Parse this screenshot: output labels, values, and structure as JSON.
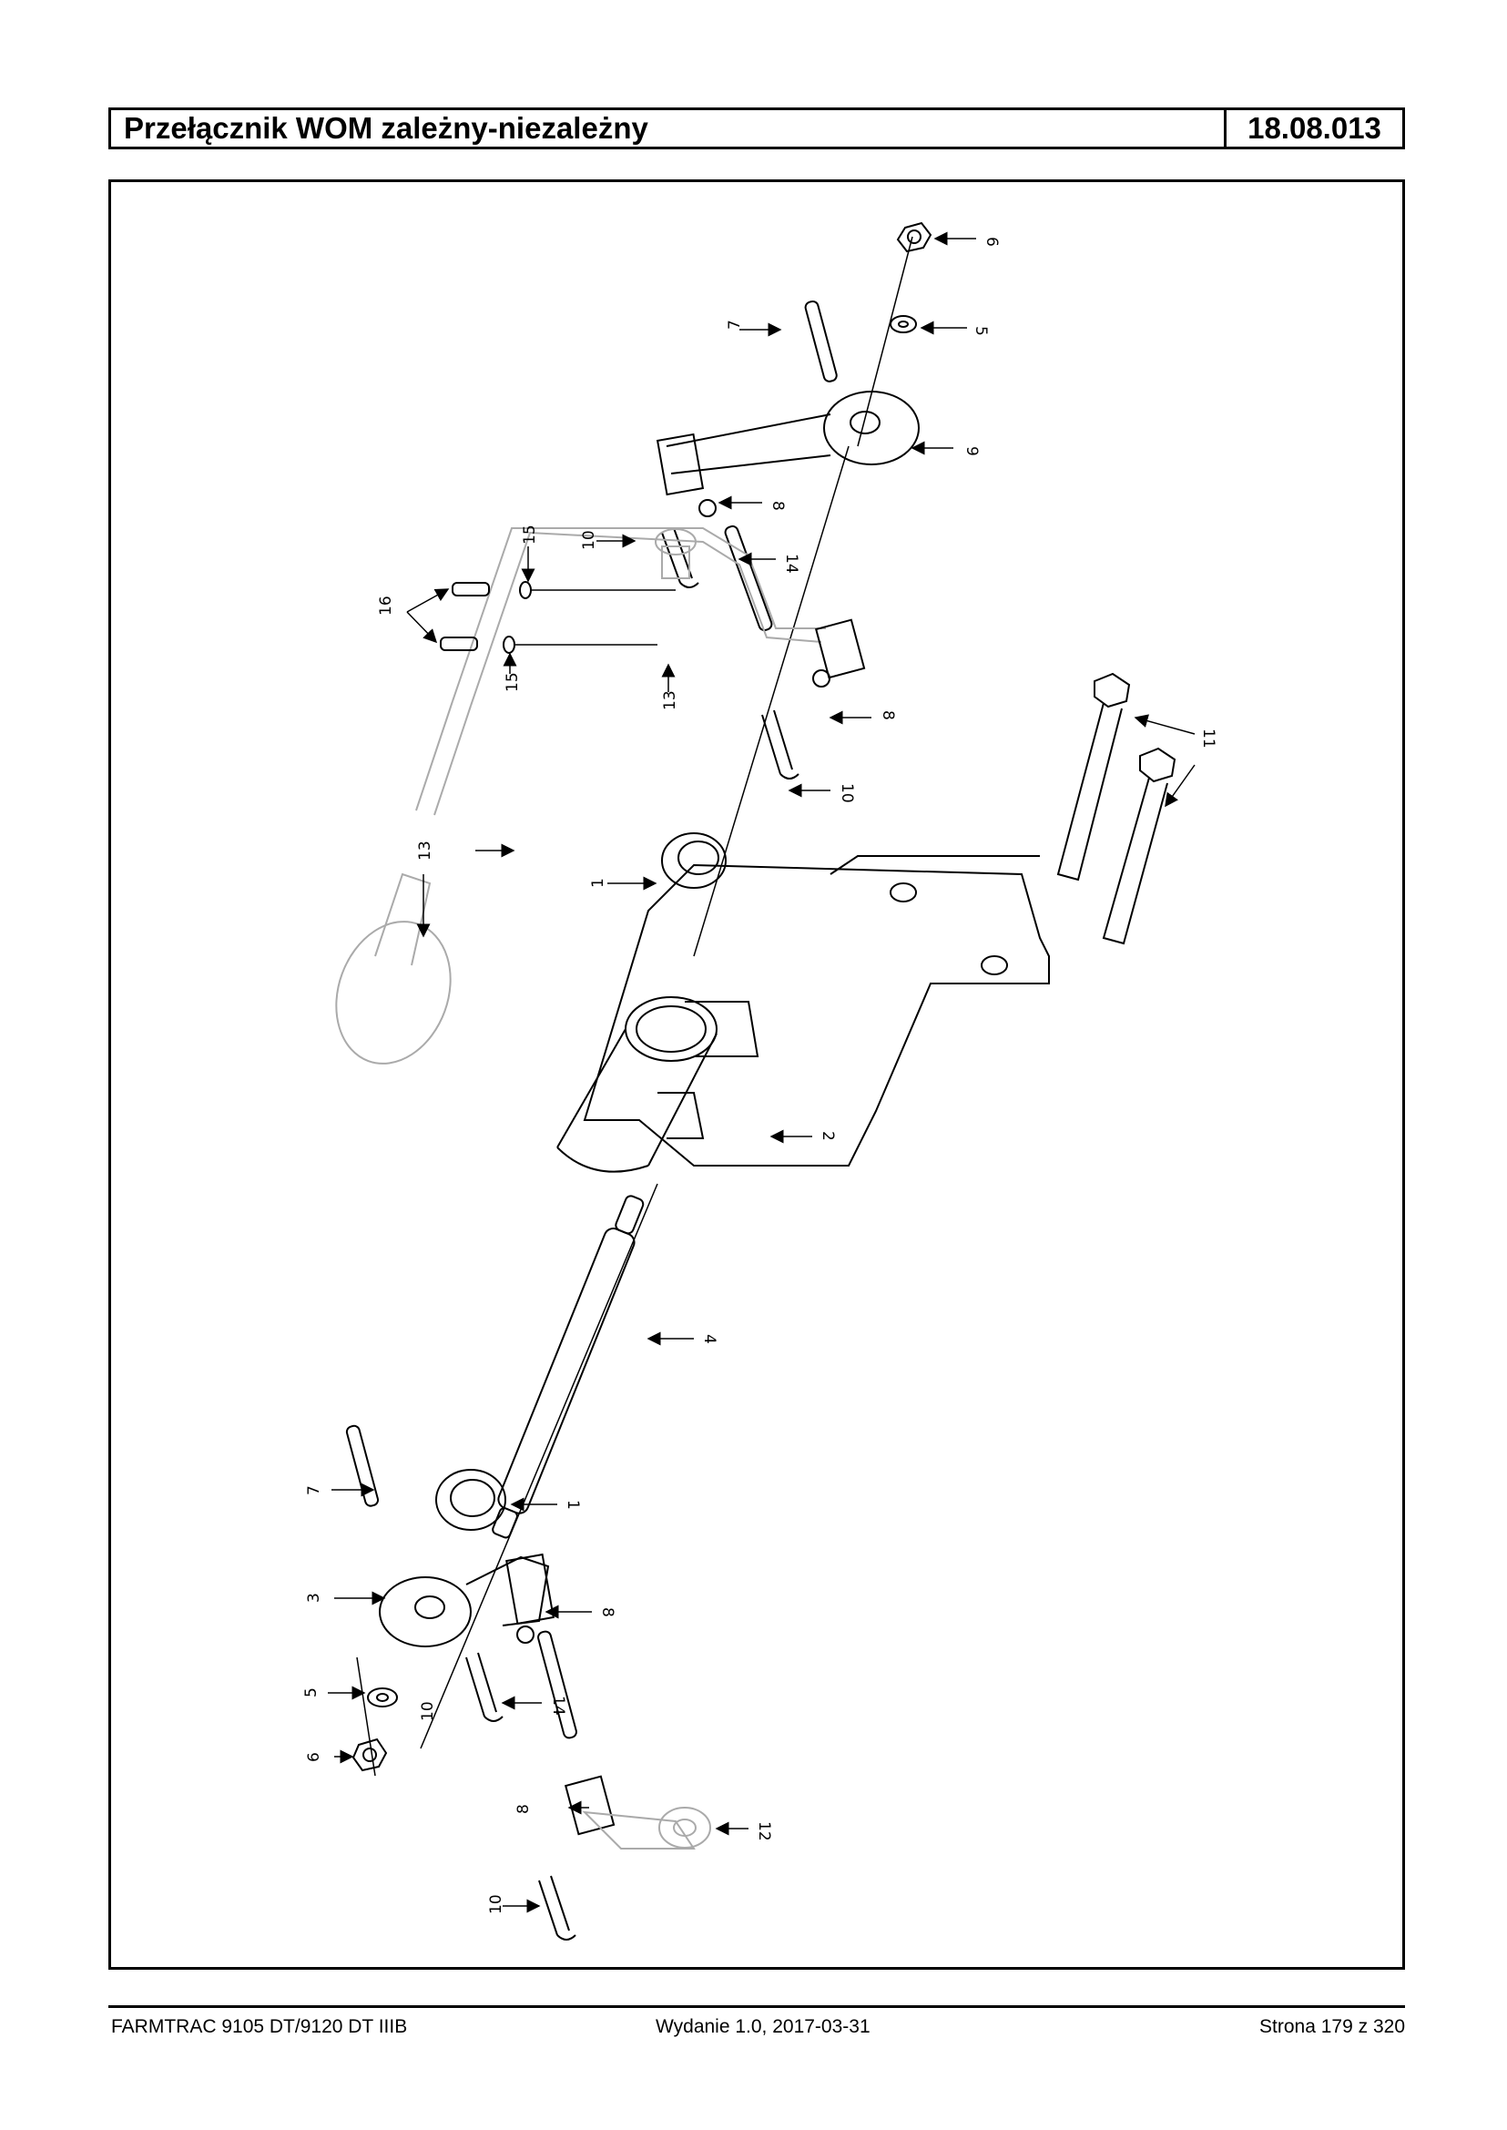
{
  "header": {
    "title": "Przełącznik WOM zależny-niezależny",
    "code": "18.08.013"
  },
  "footer": {
    "model": "FARMTRAC 9105 DT/9120 DT IIIB",
    "edition": "Wydanie 1.0,  2017-03-31",
    "page": "Strona 179 z 320"
  },
  "callouts": [
    {
      "id": "c6a",
      "num": "6"
    },
    {
      "id": "c5a",
      "num": "5"
    },
    {
      "id": "c7a",
      "num": "7"
    },
    {
      "id": "c9",
      "num": "9"
    },
    {
      "id": "c8a",
      "num": "8"
    },
    {
      "id": "c14a",
      "num": "14"
    },
    {
      "id": "c10a",
      "num": "10"
    },
    {
      "id": "c15a",
      "num": "15"
    },
    {
      "id": "c16",
      "num": "16"
    },
    {
      "id": "c15b",
      "num": "15"
    },
    {
      "id": "c13a",
      "num": "13"
    },
    {
      "id": "c8b",
      "num": "8"
    },
    {
      "id": "c10b",
      "num": "10"
    },
    {
      "id": "c11",
      "num": "11"
    },
    {
      "id": "c13b",
      "num": "13"
    },
    {
      "id": "c1a",
      "num": "1"
    },
    {
      "id": "c2",
      "num": "2"
    },
    {
      "id": "c4",
      "num": "4"
    },
    {
      "id": "c7b",
      "num": "7"
    },
    {
      "id": "c1b",
      "num": "1"
    },
    {
      "id": "c3",
      "num": "3"
    },
    {
      "id": "c8c",
      "num": "8"
    },
    {
      "id": "c5b",
      "num": "5"
    },
    {
      "id": "c10c",
      "num": "10"
    },
    {
      "id": "c14b",
      "num": "14"
    },
    {
      "id": "c6b",
      "num": "6"
    },
    {
      "id": "c8d",
      "num": "8"
    },
    {
      "id": "c12",
      "num": "12"
    },
    {
      "id": "c10d",
      "num": "10"
    }
  ]
}
